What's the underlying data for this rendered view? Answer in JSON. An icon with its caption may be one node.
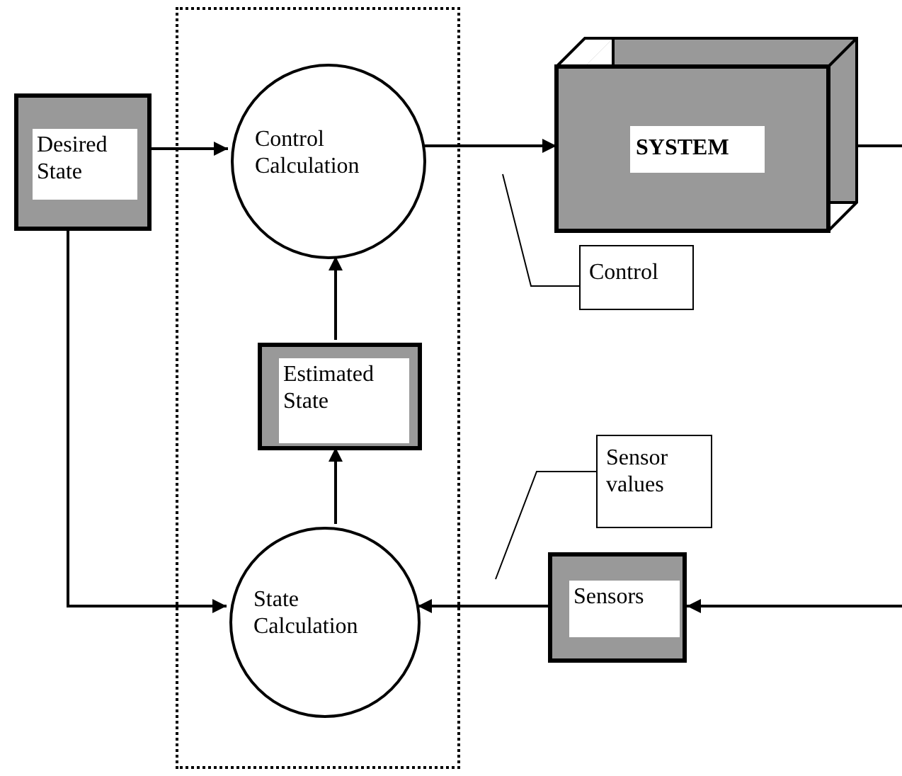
{
  "diagram": {
    "nodes": [
      {
        "text": [
          "Desired State"
        ]
      },
      {
        "text": [],
        "shape": "box"
      },
      {
        "text": [
          "Control Calculation"
        ],
        "in": 1
      },
      {
        "text": [
          "SYSTEM"
        ]
      },
      {
        "text": [
          "Control"
        ]
      },
      {
        "text": [
          "Estimated State"
        ],
        "in": 1
      },
      {
        "text": [
          "Sensor values"
        ]
      },
      {
        "text": [
          "State Calculation"
        ],
        "in": 1
      },
      {
        "text": [
          "Sensors"
        ]
      }
    ],
    "edges": [
      {
        "from": 0,
        "to": 2,
        "arrow": "to"
      },
      {
        "from": 2,
        "to": 3,
        "arrow": "to"
      },
      {
        "from": 3,
        "to": null,
        "arrow": "none"
      },
      {
        "from": 5,
        "to": 2,
        "arrow": "to"
      },
      {
        "from": 7,
        "to": 5,
        "arrow": "to"
      },
      {
        "from": 0,
        "to": 7,
        "arrow": "to"
      },
      {
        "from": 8,
        "to": 7,
        "arrow": "to"
      },
      {
        "from": null,
        "to": 8,
        "arrow": "to"
      },
      {
        "from": 4,
        "to": null,
        "arrow": "none"
      },
      {
        "from": 6,
        "to": null,
        "arrow": "none"
      }
    ]
  }
}
